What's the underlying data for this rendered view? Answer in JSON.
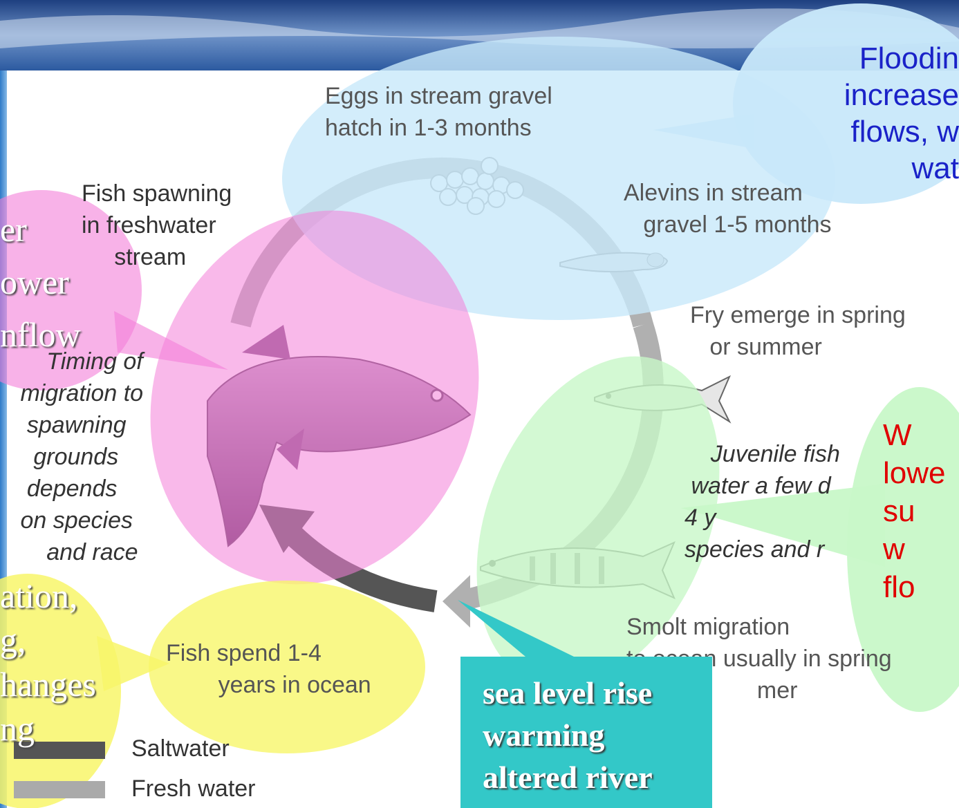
{
  "stages": {
    "eggs": "Eggs in stream gravel\nhatch in 1-3 months",
    "alevins": "Alevins in stream\n   gravel 1-5 months",
    "fry": "Fry emerge in spring\n   or summer",
    "juvenile": "    Juvenile fish\n water a few d\n4 y\nspecies and r",
    "smolt": "Smolt migration\nto ocean usually in spring\n                    mer",
    "ocean": "Fish spend 1-4\n        years in ocean",
    "spawning": "Fish spawning\nin freshwater\n     stream",
    "timing": "     Timing of\n migration to\n  spawning\n   grounds\n  depends\n on species\n     and race"
  },
  "legend": {
    "saltwater": "Saltwater",
    "freshwater": "Fresh water"
  },
  "callouts": {
    "flooding": "Floodin\nincrease\nflows, w\nwat",
    "left_pink": "er\nower\nnflow",
    "left_yellow": "ation,\ng,\nhanges\nng",
    "right_green": "W\nlowe\nsu\nw\nflo",
    "sea_level": [
      "sea level rise",
      "warming",
      "altered river"
    ]
  },
  "colors": {
    "pink": "#f47fd8",
    "blue": "#c8e8fa",
    "green": "#c8f8c8",
    "yellow": "#f8f66a",
    "teal": "#33c8c8",
    "saltwater": "#555555",
    "freshwater": "#aaaaaa"
  }
}
